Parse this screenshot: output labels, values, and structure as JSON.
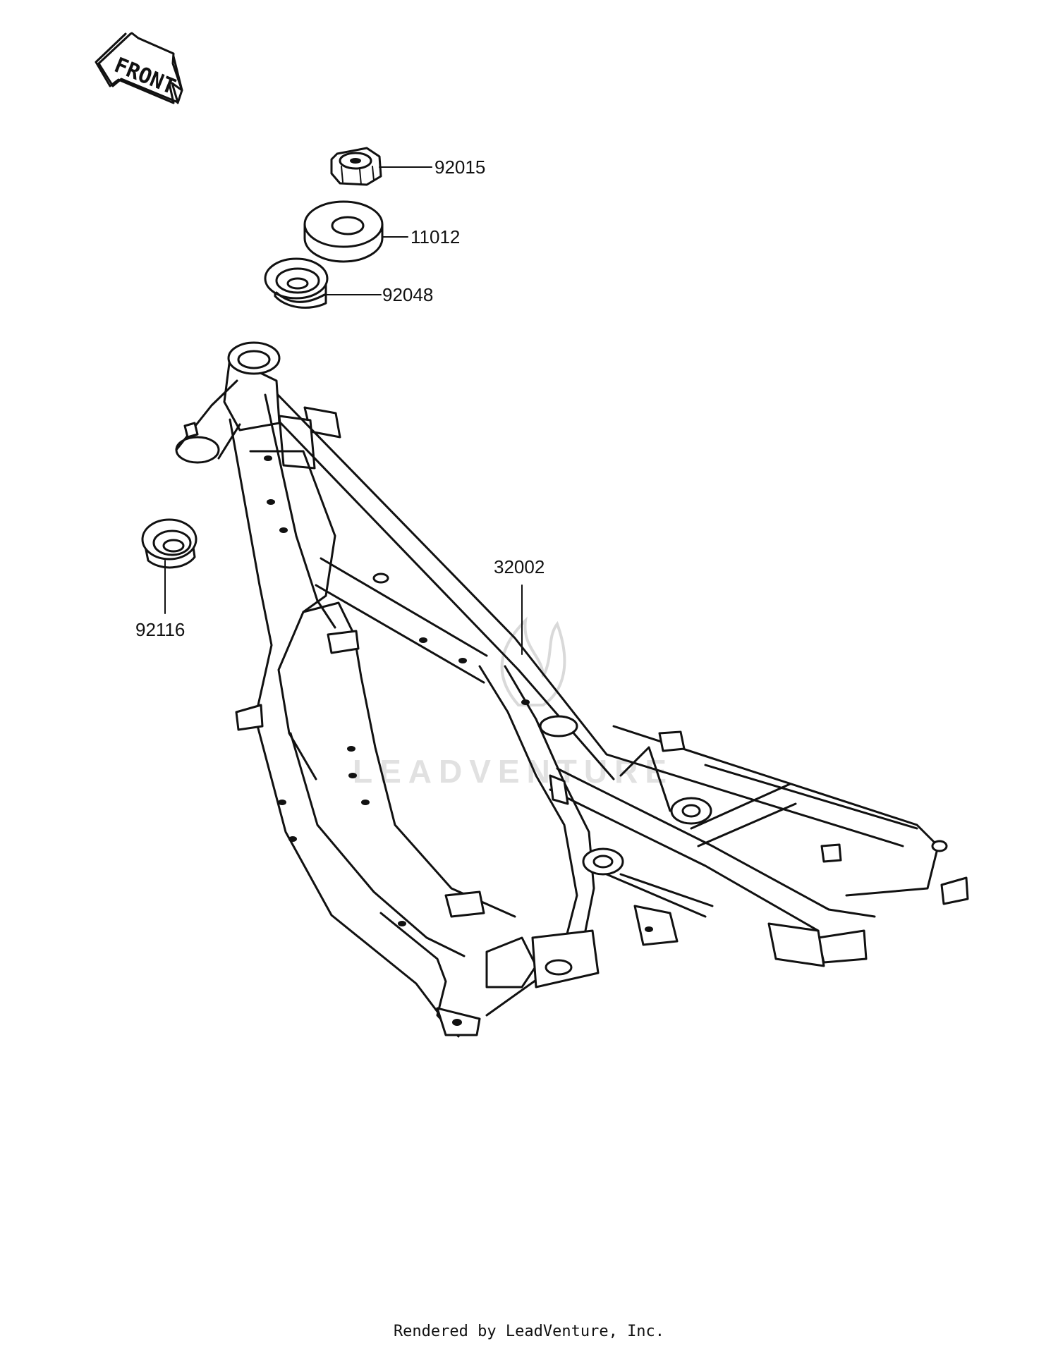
{
  "orientation_label": "FRONT",
  "parts": [
    {
      "number": "92015",
      "part": "nut"
    },
    {
      "number": "11012",
      "part": "washer"
    },
    {
      "number": "92048",
      "part": "grommet"
    },
    {
      "number": "92116",
      "part": "bearing"
    },
    {
      "number": "32002",
      "part": "frame"
    }
  ],
  "footer": "Rendered by LeadVenture, Inc.",
  "watermark": "LEADVENTURE"
}
